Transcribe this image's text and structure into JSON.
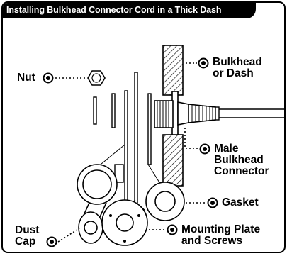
{
  "title": "Installing Bulkhead Connector Cord in a Thick Dash",
  "labels": {
    "bulkhead_line1": "Bulkhead",
    "bulkhead_line2": "or Dash",
    "nut": "Nut",
    "male_line1": "Male",
    "male_line2": "Bulkhead",
    "male_line3": "Connector",
    "gasket": "Gasket",
    "dust_line1": "Dust",
    "dust_line2": "Cap",
    "plate_line1": "Mounting Plate",
    "plate_line2": "and Screws"
  },
  "colors": {
    "ink": "#000000",
    "paper": "#ffffff"
  }
}
